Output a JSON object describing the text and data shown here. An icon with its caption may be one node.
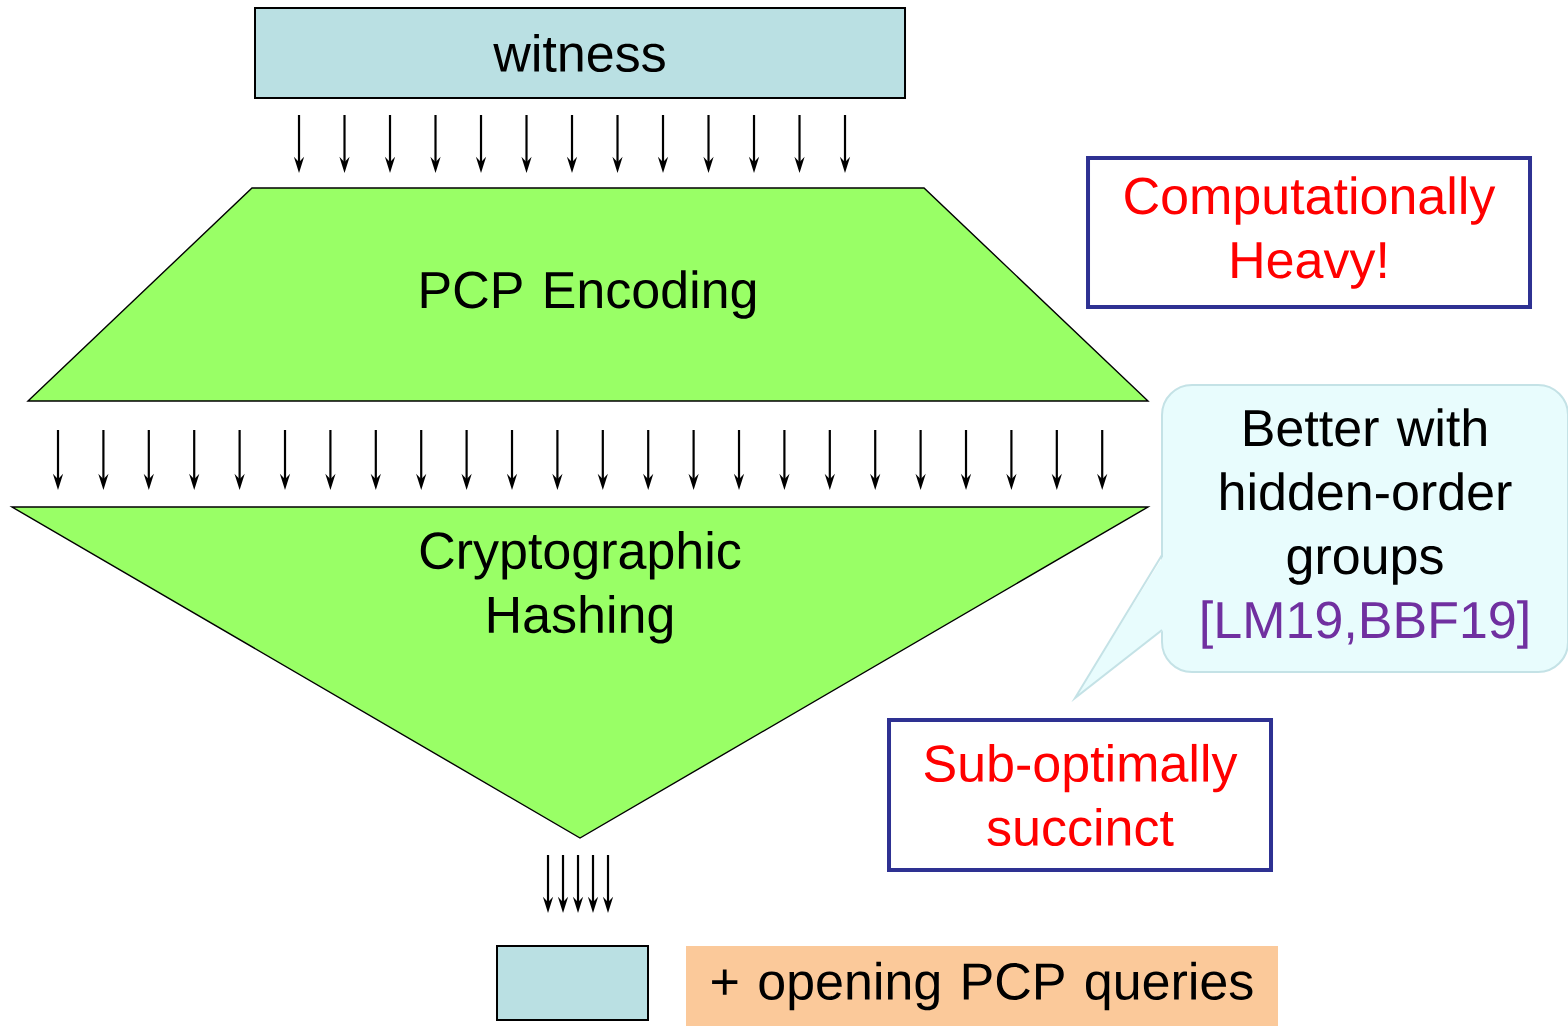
{
  "diagram": {
    "nodes": [
      {
        "text": [
          "witness"
        ]
      },
      {
        "text": [
          "PCP Encoding"
        ]
      },
      {
        "text": [
          "Cryptographic Hashing"
        ]
      },
      {
        "text": [],
        "shape": "box"
      },
      {
        "text": [
          "+ opening PCP queries"
        ]
      },
      {
        "text": [
          "Computationally Heavy!"
        ]
      },
      {
        "text": [
          "Better with hidden-order groups",
          "[LM19,BBF19]"
        ]
      },
      {
        "text": [
          "Sub-optimally succinct"
        ]
      }
    ],
    "edges": [
      {
        "from": 0,
        "to": 1,
        "arrow": "to"
      },
      {
        "from": 0,
        "to": 1,
        "arrow": "to"
      },
      {
        "from": 0,
        "to": 1,
        "arrow": "to"
      },
      {
        "from": 0,
        "to": 1,
        "arrow": "to"
      },
      {
        "from": 0,
        "to": 1,
        "arrow": "to"
      },
      {
        "from": 0,
        "to": 1,
        "arrow": "to"
      },
      {
        "from": 0,
        "to": 1,
        "arrow": "to"
      },
      {
        "from": 0,
        "to": 1,
        "arrow": "to"
      },
      {
        "from": 0,
        "to": 1,
        "arrow": "to"
      },
      {
        "from": 0,
        "to": 1,
        "arrow": "to"
      },
      {
        "from": 0,
        "to": 1,
        "arrow": "to"
      },
      {
        "from": 0,
        "to": 1,
        "arrow": "to"
      },
      {
        "from": 0,
        "to": 1,
        "arrow": "to"
      },
      {
        "from": 1,
        "to": 2,
        "arrow": "to"
      },
      {
        "from": 1,
        "to": 2,
        "arrow": "to"
      },
      {
        "from": 1,
        "to": 2,
        "arrow": "to"
      },
      {
        "from": 1,
        "to": 2,
        "arrow": "to"
      },
      {
        "from": 1,
        "to": 2,
        "arrow": "to"
      },
      {
        "from": 1,
        "to": 2,
        "arrow": "to"
      },
      {
        "from": 1,
        "to": 2,
        "arrow": "to"
      },
      {
        "from": 1,
        "to": 2,
        "arrow": "to"
      },
      {
        "from": 1,
        "to": 2,
        "arrow": "to"
      },
      {
        "from": 1,
        "to": 2,
        "arrow": "to"
      },
      {
        "from": 1,
        "to": 2,
        "arrow": "to"
      },
      {
        "from": 1,
        "to": 2,
        "arrow": "to"
      },
      {
        "from": 1,
        "to": 2,
        "arrow": "to"
      },
      {
        "from": 1,
        "to": 2,
        "arrow": "to"
      },
      {
        "from": 1,
        "to": 2,
        "arrow": "to"
      },
      {
        "from": 1,
        "to": 2,
        "arrow": "to"
      },
      {
        "from": 1,
        "to": 2,
        "arrow": "to"
      },
      {
        "from": 1,
        "to": 2,
        "arrow": "to"
      },
      {
        "from": 1,
        "to": 2,
        "arrow": "to"
      },
      {
        "from": 1,
        "to": 2,
        "arrow": "to"
      },
      {
        "from": 1,
        "to": 2,
        "arrow": "to"
      },
      {
        "from": 1,
        "to": 2,
        "arrow": "to"
      },
      {
        "from": 1,
        "to": 2,
        "arrow": "to"
      },
      {
        "from": 1,
        "to": 2,
        "arrow": "to"
      },
      {
        "from": 2,
        "to": 3,
        "arrow": "to"
      },
      {
        "from": 2,
        "to": 3,
        "arrow": "to"
      },
      {
        "from": 2,
        "to": 3,
        "arrow": "to"
      },
      {
        "from": 2,
        "to": 3,
        "arrow": "to"
      },
      {
        "from": 2,
        "to": 3,
        "arrow": "to"
      }
    ]
  }
}
